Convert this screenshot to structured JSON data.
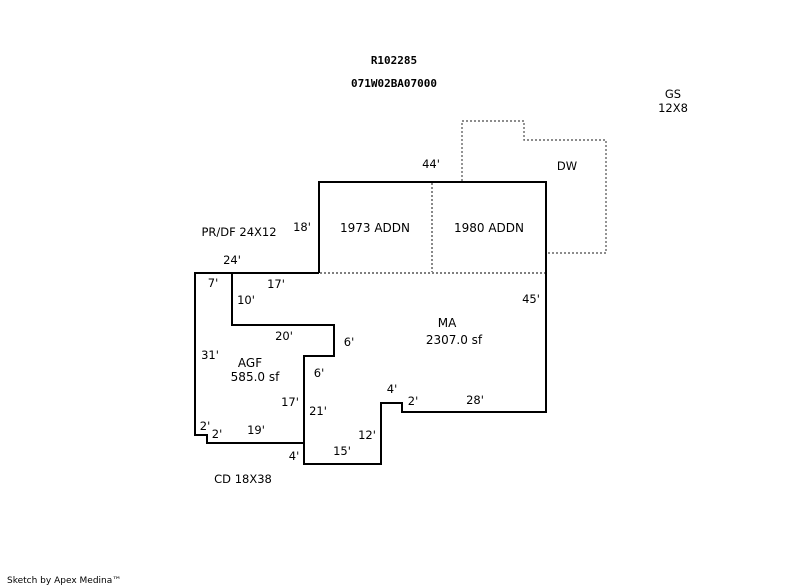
{
  "header": {
    "parcel_id": "R102285",
    "map_number": "071W02BA07000"
  },
  "areas": {
    "gs_label": "GS",
    "gs_size": "12X8",
    "dw_label": "DW",
    "addn_1973": "1973 ADDN",
    "addn_1980": "1980 ADDN",
    "pr_df": "PR/DF 24X12",
    "ma_label": "MA",
    "ma_area": "2307.0 sf",
    "agf_label": "AGF",
    "agf_area": "585.0 sf",
    "cd": "CD 18X38"
  },
  "dimensions": {
    "d44": "44'",
    "d18": "18'",
    "d24": "24'",
    "d7": "7'",
    "d17_top": "17'",
    "d10": "10'",
    "d45": "45'",
    "d20": "20'",
    "d6_a": "6'",
    "d31": "31'",
    "d6_b": "6'",
    "d17_left": "17'",
    "d21": "21'",
    "d4_top": "4'",
    "d2_right": "2'",
    "d28": "28'",
    "d2_left": "2'",
    "d2_step": "2'",
    "d19": "19'",
    "d12": "12'",
    "d15": "15'",
    "d4_bottom": "4'"
  },
  "footer": {
    "credit": "Sketch by Apex Medina™"
  }
}
